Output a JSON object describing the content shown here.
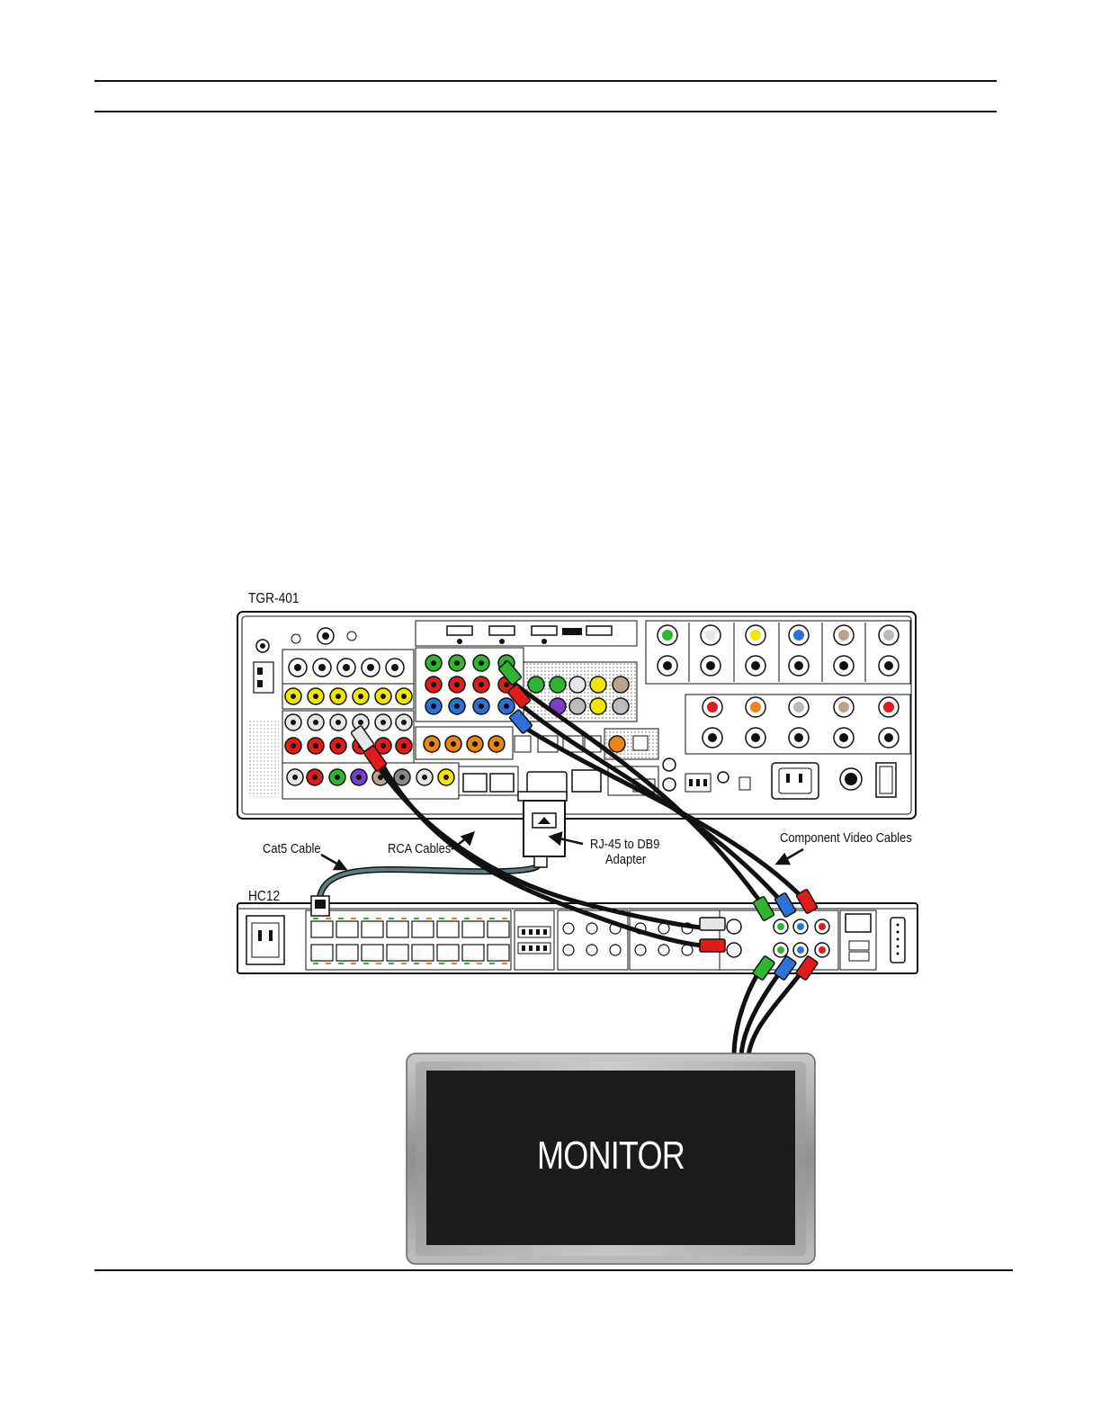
{
  "devices": {
    "receiver": {
      "label": "TGR-401"
    },
    "controller": {
      "label": "HC12"
    },
    "display": {
      "label": "MONITOR"
    }
  },
  "callouts": {
    "cat5": "Cat5 Cable",
    "rca": "RCA Cables",
    "adapter_line1": "RJ-45 to DB9",
    "adapter_line2": "Adapter",
    "component": "Component Video Cables"
  },
  "colors": {
    "jack_yellow": "#f2e600",
    "jack_red": "#e01b1b",
    "jack_green": "#2fb52f",
    "jack_blue": "#2f6fd8",
    "jack_white": "#e6e6e6",
    "jack_orange": "#e8861c",
    "jack_purple": "#7c3fc4",
    "jack_tan": "#b8a48c",
    "cat5_cable": "#5f7d80",
    "monitor_screen": "#1b1b1b",
    "monitor_bezel": "#a9a9a9"
  }
}
